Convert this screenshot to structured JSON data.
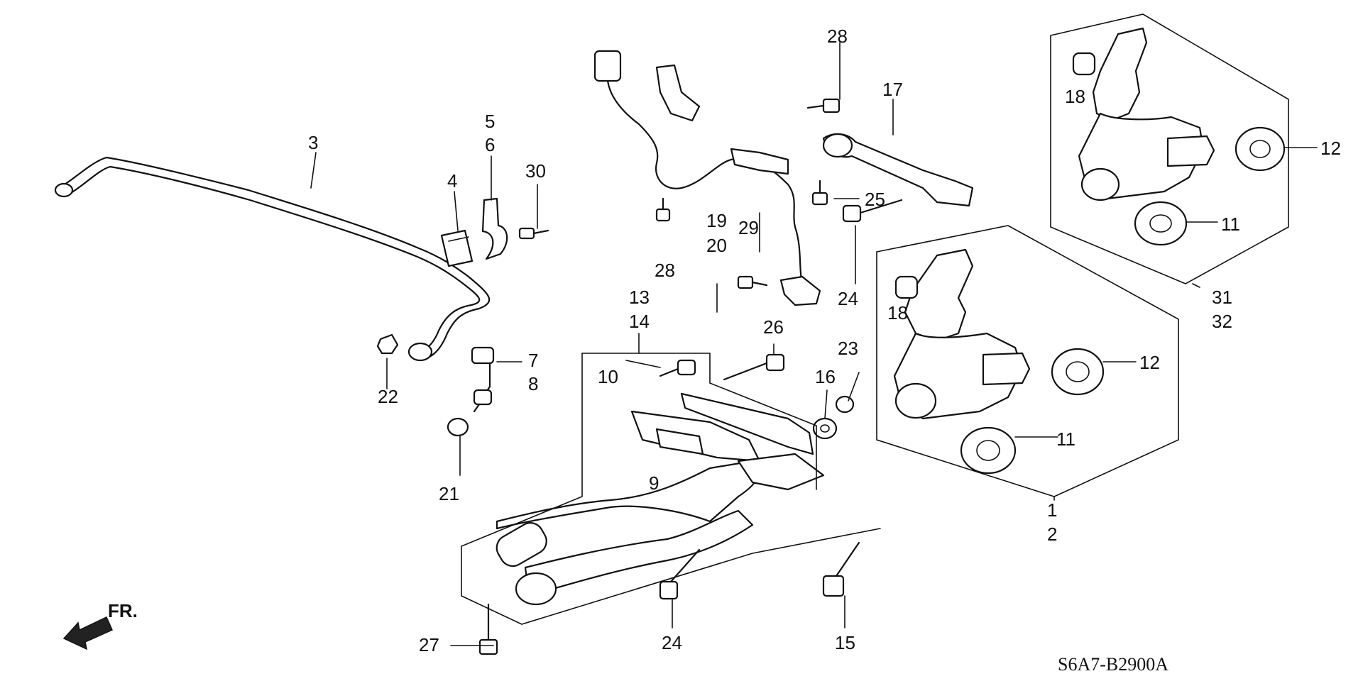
{
  "diagram_code": "S6A7-B2900A",
  "direction_label": "FR.",
  "callouts": {
    "c1": "1",
    "c2": "2",
    "c3": "3",
    "c4": "4",
    "c5": "5",
    "c6": "6",
    "c7": "7",
    "c8": "8",
    "c9": "9",
    "c10": "10",
    "c11a": "11",
    "c11b": "11",
    "c12a": "12",
    "c12b": "12",
    "c13": "13",
    "c14": "14",
    "c15": "15",
    "c16": "16",
    "c17": "17",
    "c18a": "18",
    "c18b": "18",
    "c19": "19",
    "c20": "20",
    "c21": "21",
    "c22": "22",
    "c23": "23",
    "c24a": "24",
    "c24b": "24",
    "c25": "25",
    "c26": "26",
    "c27": "27",
    "c28a": "28",
    "c28b": "28",
    "c29": "29",
    "c30": "30",
    "c31": "31",
    "c32": "32"
  }
}
